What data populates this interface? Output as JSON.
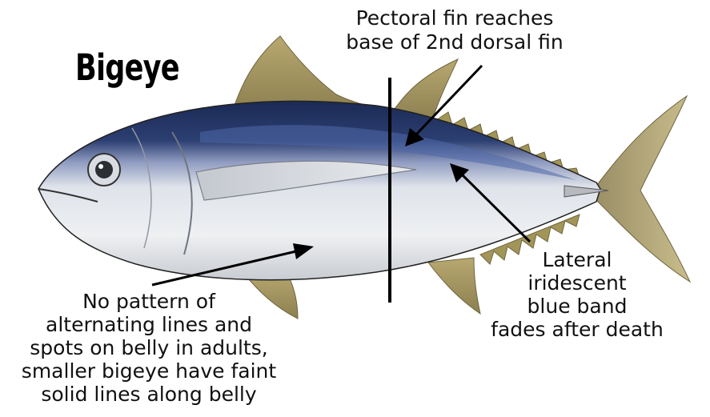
{
  "title": "Bigeye",
  "annotations": {
    "pectoral": [
      "Pectoral fin reaches",
      "base of 2nd dorsal fin"
    ],
    "lateral": [
      "Lateral",
      "iridescent",
      "blue band",
      "fades after death"
    ],
    "belly": [
      "No pattern of",
      "alternating lines and",
      "spots on belly in adults,",
      "smaller bigeye have faint",
      "solid lines along belly"
    ]
  }
}
